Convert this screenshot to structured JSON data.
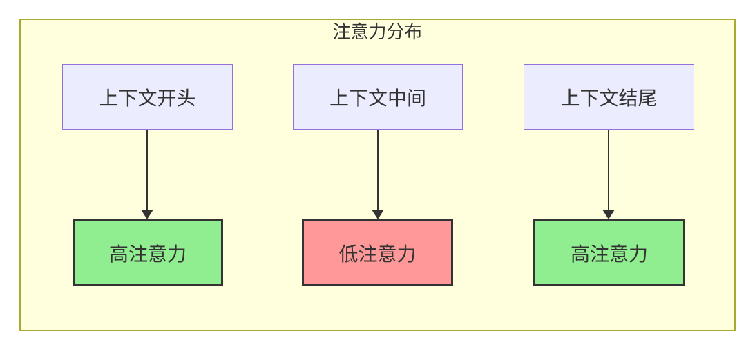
{
  "diagram": {
    "title": "注意力分布",
    "type": "flowchart",
    "columns": [
      {
        "source": "上下文开头",
        "target": "高注意力",
        "attention_level": "high"
      },
      {
        "source": "上下文中间",
        "target": "低注意力",
        "attention_level": "low"
      },
      {
        "source": "上下文结尾",
        "target": "高注意力",
        "attention_level": "high"
      }
    ],
    "colors": {
      "cluster_background": "#FFFFDE",
      "cluster_border": "#AAAA33",
      "context_node_background": "#ECECFF",
      "context_node_border": "#9370DB",
      "high_attention_background": "#90EE90",
      "low_attention_background": "#FF9999",
      "node_outline_and_arrows": "#333333",
      "text": "#333333",
      "page_background": "#FFFFFF"
    }
  }
}
